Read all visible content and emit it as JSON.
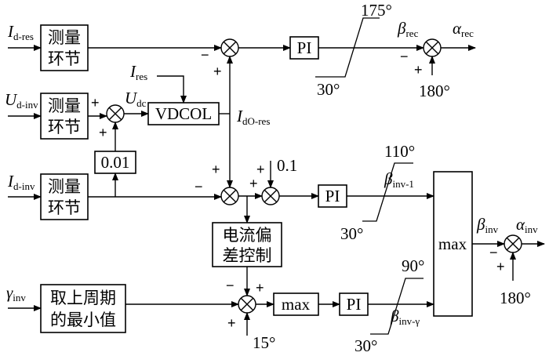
{
  "blocks": {
    "measure_rec": [
      "测量",
      "环节"
    ],
    "measure_udinv": [
      "测量",
      "环节"
    ],
    "measure_idinv": [
      "测量",
      "环节"
    ],
    "pi_rec": "PI",
    "vdcol": "VDCOL",
    "gain": "0.01",
    "pi_inv1": "PI",
    "current_dev": [
      "电流偏",
      "差控制"
    ],
    "min_prev": [
      "取上周期",
      "的最小值"
    ],
    "max_gamma": "max",
    "pi_gamma": "PI",
    "max_final": "max"
  },
  "signals": {
    "id_res": {
      "main": "I",
      "sub": "d-res"
    },
    "ud_inv": {
      "main": "U",
      "sub": "d-inv"
    },
    "id_inv": {
      "main": "I",
      "sub": "d-inv"
    },
    "gamma_inv": {
      "main": "γ",
      "sub": "inv"
    },
    "i_res": {
      "main": "I",
      "sub": "res"
    },
    "u_dc": {
      "main": "U",
      "sub": "dc"
    },
    "i_do_res": {
      "main": "I",
      "sub": "dO-res"
    },
    "beta_rec": {
      "main": "β",
      "sub": "rec"
    },
    "alpha_rec": {
      "main": "α",
      "sub": "rec"
    },
    "beta_inv1": {
      "main": "β",
      "sub": "inv-1"
    },
    "beta_inv_gamma": {
      "main": "β",
      "sub": "inv-γ"
    },
    "beta_inv": {
      "main": "β",
      "sub": "inv"
    },
    "alpha_inv": {
      "main": "α",
      "sub": "inv"
    }
  },
  "constants": {
    "c01": "0.1",
    "c15": "15°",
    "c180_rec": "180°",
    "c180_inv": "180°"
  },
  "limits": {
    "rec_hi": "175°",
    "rec_lo": "30°",
    "inv1_hi": "110°",
    "inv1_lo": "30°",
    "invg_hi": "90°",
    "invg_lo": "30°"
  },
  "signs": {
    "plus": "+",
    "minus": "−"
  }
}
